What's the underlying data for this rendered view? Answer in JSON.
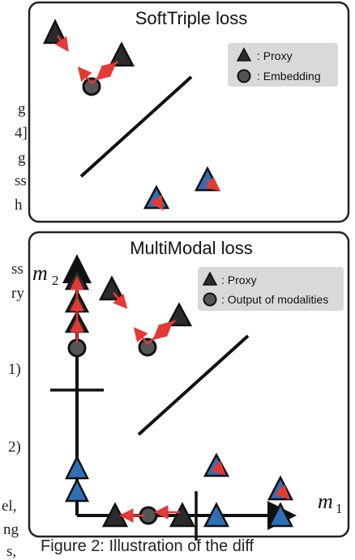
{
  "left_margin_text": [
    "g",
    "4]",
    "g",
    "ss",
    "h",
    "ss",
    "ry",
    "1)",
    "2)",
    "el,",
    "ng",
    "s,"
  ],
  "caption": "Figure 2: Illustration of the diff",
  "panel_top": {
    "title": "SoftTriple loss",
    "legend": {
      "proxy_label": ": Proxy",
      "embedding_label": ": Embedding"
    }
  },
  "panel_bottom": {
    "title": "MultiModal loss",
    "legend": {
      "proxy_label": ": Proxy",
      "output_label": ": Output of modalities"
    },
    "axis_y": {
      "letter": "m",
      "sub": "2"
    },
    "axis_x": {
      "letter": "m",
      "sub": "1"
    }
  },
  "colors": {
    "proxy_dark": "#2b2b2b",
    "proxy_blue": "#2f6fb5",
    "embedding": "#555555",
    "arrow": "#e53935",
    "legend_bg": "#d9d9d9",
    "panel_border": "#222222"
  },
  "icons": [
    "triangle-proxy-icon",
    "circle-embedding-icon",
    "red-arrow-icon"
  ]
}
